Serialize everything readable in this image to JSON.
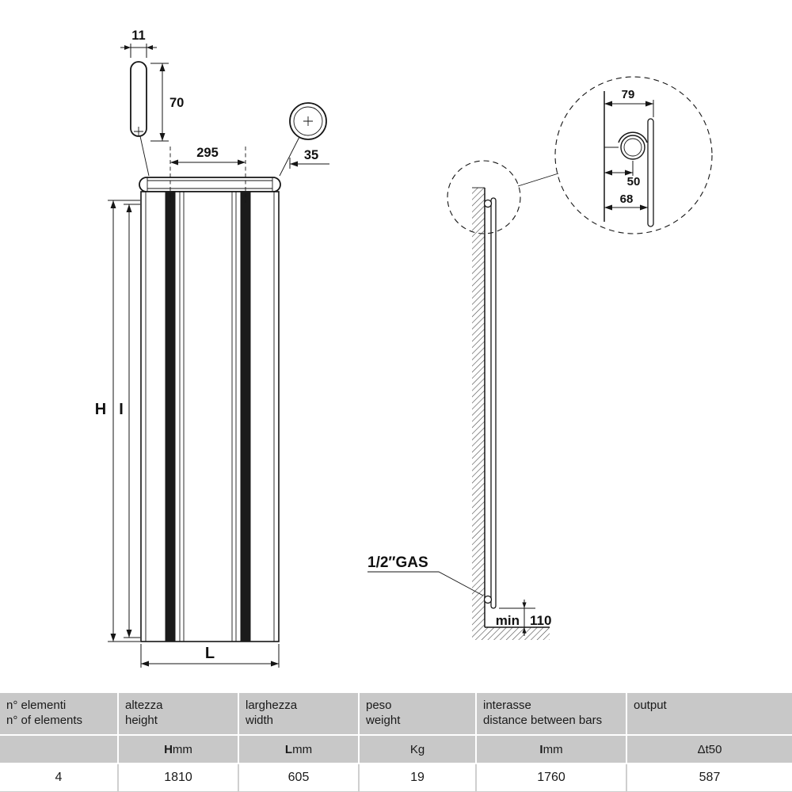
{
  "front_view": {
    "dim_thickness": "11",
    "dim_depth": "70",
    "dim_spacing": "295",
    "dim_bar": "35",
    "label_height": "H",
    "label_interaxis": "I",
    "label_width": "L"
  },
  "detail_bubble": {
    "dim_total_depth": "79",
    "dim_bar_center": "50",
    "dim_wall_to_panel": "68"
  },
  "side_view": {
    "gas_label": "1/2″GAS",
    "min_label": "min",
    "dim_floor_clearance": "110"
  },
  "table": {
    "columns": [
      {
        "label_it": "n° elementi",
        "label_en": "n° of elements",
        "unit_bold": "",
        "unit_plain": "",
        "value": "4"
      },
      {
        "label_it": "altezza",
        "label_en": "height",
        "unit_bold": "H",
        "unit_plain": " mm",
        "value": "1810"
      },
      {
        "label_it": "larghezza",
        "label_en": "width",
        "unit_bold": "L",
        "unit_plain": " mm",
        "value": "605"
      },
      {
        "label_it": "peso",
        "label_en": "weight",
        "unit_bold": "",
        "unit_plain": "Kg",
        "value": "19"
      },
      {
        "label_it": "interasse",
        "label_en": "distance between bars",
        "unit_bold": "I",
        "unit_plain": " mm",
        "value": "1760"
      },
      {
        "label_it": "output",
        "label_en": "",
        "unit_bold": "",
        "unit_plain": "Δt50",
        "value": "587"
      }
    ]
  }
}
